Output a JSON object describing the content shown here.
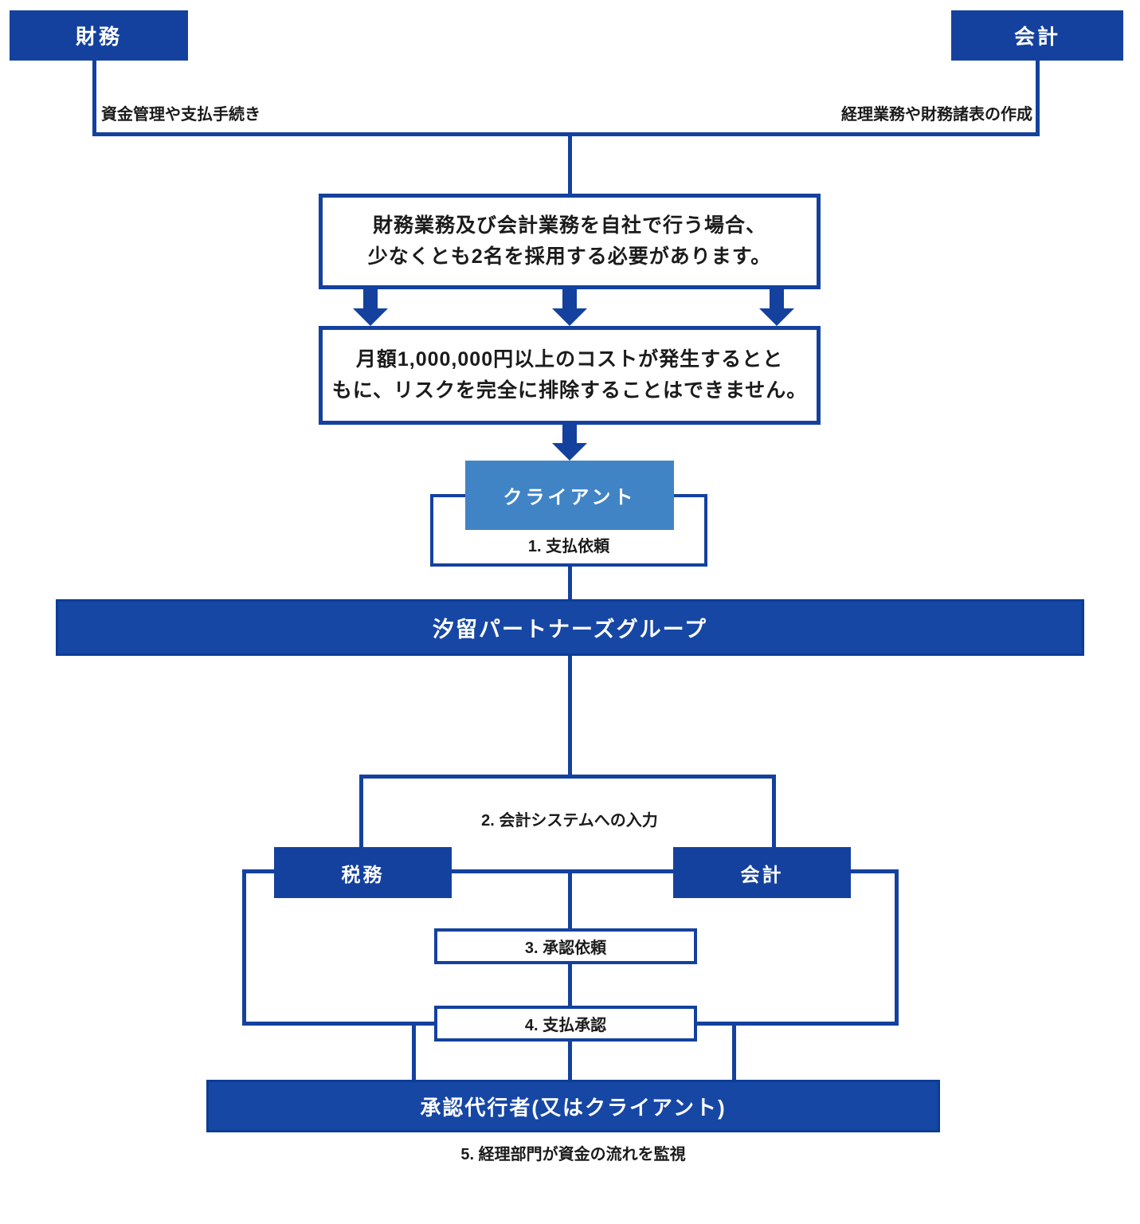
{
  "colors": {
    "primary_blue": "#14419E",
    "bar_fill_blue": "#1747A4",
    "bar_border_blue": "#0C3C96",
    "client_light_blue": "#4184C5",
    "text_black": "#1B1B1B",
    "box_background": "#FFFFFF"
  },
  "top": {
    "finance_box_label": "財務",
    "accounting_box_label": "会計",
    "finance_note": "資金管理や支払手続き",
    "accounting_note": "経理業務や財務諸表の作成"
  },
  "middle": {
    "requirement_box": {
      "line1": "財務業務及び会計業務を自社で行う場合、",
      "line2": "少なくとも2名を採用する必要があります。"
    },
    "cost_risk_box": {
      "line1": "月額1,000,000円以上のコストが発生するとと",
      "line2": "もに、リスクを完全に排除することはできません。"
    },
    "client_box_label": "クライアント",
    "step1_label": "1. 支払依頼",
    "group_bar_label": "汐留パートナーズグループ"
  },
  "bottom": {
    "step2_label": "2. 会計システムへの入力",
    "tax_box_label": "税務",
    "accounting_box_label": "会計",
    "step3_label": "3. 承認依頼",
    "step4_label": "4. 支払承認",
    "approver_bar_label": "承認代行者(又はクライアント)",
    "step5_label": "5. 経理部門が資金の流れを監視"
  }
}
